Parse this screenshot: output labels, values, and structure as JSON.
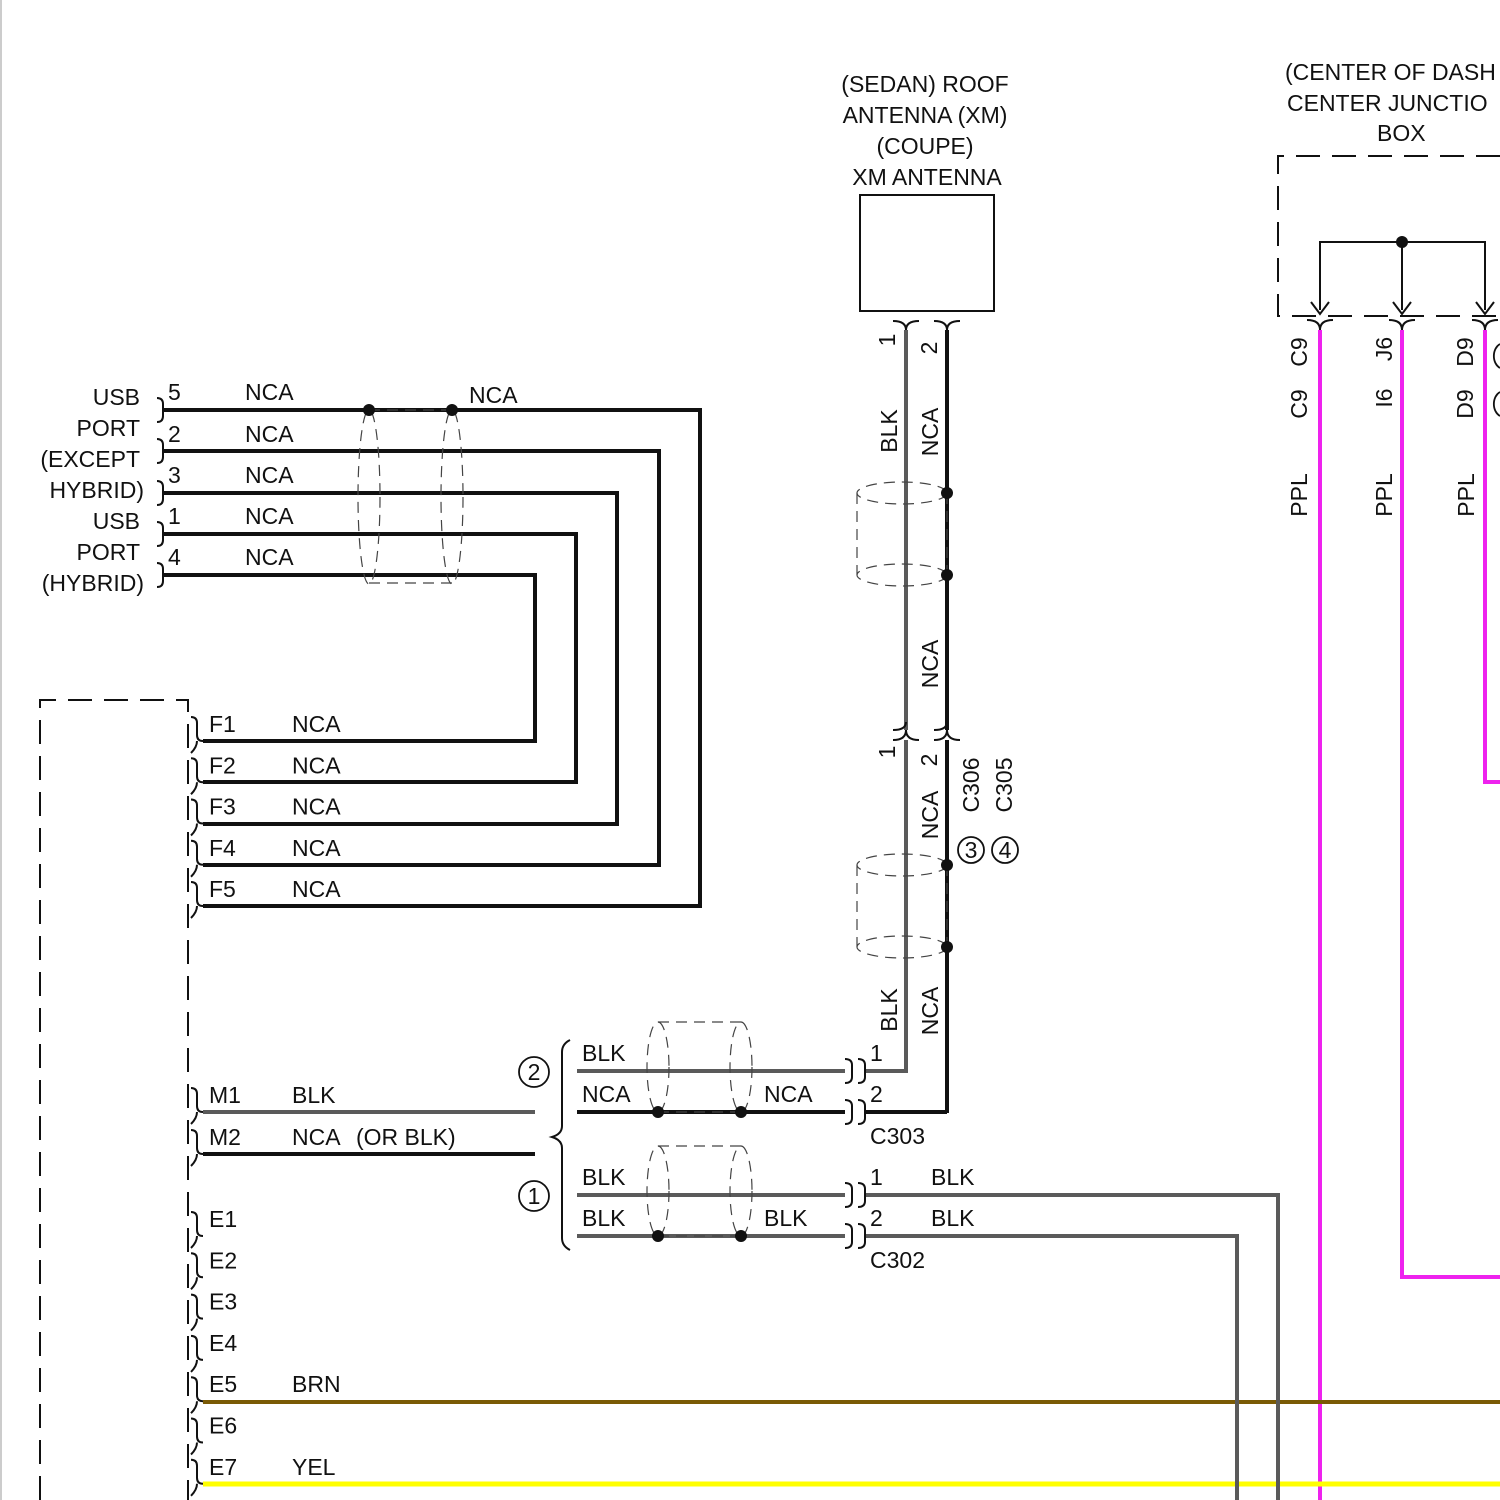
{
  "colors": {
    "black_wire": "#111111",
    "blk_wire": "#5a5a5a",
    "ppl_wire": "#ee22ee",
    "brn_wire": "#7a5a05",
    "yel_wire": "#ffff00"
  },
  "antenna": {
    "title_lines": [
      "(SEDAN) ROOF",
      "ANTENNA (XM)",
      "(COUPE)",
      "XM ANTENNA"
    ],
    "pins": [
      "1",
      "2"
    ],
    "wire_labels": [
      "BLK",
      "NCA",
      "NCA",
      "NCA",
      "BLK",
      "NCA"
    ]
  },
  "mid_connector": {
    "pins": [
      "1",
      "2"
    ],
    "names": [
      "C306",
      "C305"
    ],
    "variants": [
      "3",
      "4"
    ]
  },
  "junction_box": {
    "title_lines": [
      "(CENTER OF DASH",
      "CENTER JUNCTIO",
      "BOX"
    ],
    "pins_top": [
      "C9",
      "J6",
      "D9"
    ],
    "pins_bottom": [
      "C9",
      "I6",
      "D9"
    ],
    "wire_colors": [
      "PPL",
      "PPL",
      "PPL"
    ]
  },
  "usb": {
    "except_hybrid_label": [
      "USB",
      "PORT",
      "(EXCEPT",
      "HYBRID)"
    ],
    "hybrid_label": [
      "USB",
      "PORT",
      "(HYBRID)"
    ],
    "pins": [
      "5",
      "2",
      "3",
      "1",
      "4"
    ],
    "wires": [
      "NCA",
      "NCA",
      "NCA",
      "NCA",
      "NCA"
    ],
    "top_right_wire": "NCA"
  },
  "radio": {
    "f_pins": [
      {
        "pin": "F1",
        "wire": "NCA"
      },
      {
        "pin": "F2",
        "wire": "NCA"
      },
      {
        "pin": "F3",
        "wire": "NCA"
      },
      {
        "pin": "F4",
        "wire": "NCA"
      },
      {
        "pin": "F5",
        "wire": "NCA"
      }
    ],
    "m_pins": [
      {
        "pin": "M1",
        "wire": "BLK"
      },
      {
        "pin": "M2",
        "wire": "NCA",
        "note": "(OR BLK)"
      }
    ],
    "e_pins": [
      {
        "pin": "E1",
        "wire": ""
      },
      {
        "pin": "E2",
        "wire": ""
      },
      {
        "pin": "E3",
        "wire": ""
      },
      {
        "pin": "E4",
        "wire": ""
      },
      {
        "pin": "E5",
        "wire": "BRN"
      },
      {
        "pin": "E6",
        "wire": ""
      },
      {
        "pin": "E7",
        "wire": "YEL"
      }
    ]
  },
  "variant_harness": {
    "variant_2": {
      "marker": "2",
      "wires_left": [
        "BLK",
        "NCA"
      ],
      "wire_right": "NCA",
      "pins": [
        "1",
        "2"
      ],
      "connector": "C303"
    },
    "variant_1": {
      "marker": "1",
      "wires_left": [
        "BLK",
        "BLK"
      ],
      "wire_right": "BLK",
      "pins": [
        "1",
        "2"
      ],
      "connector": "C302",
      "out_wires": [
        "BLK",
        "BLK"
      ]
    }
  }
}
